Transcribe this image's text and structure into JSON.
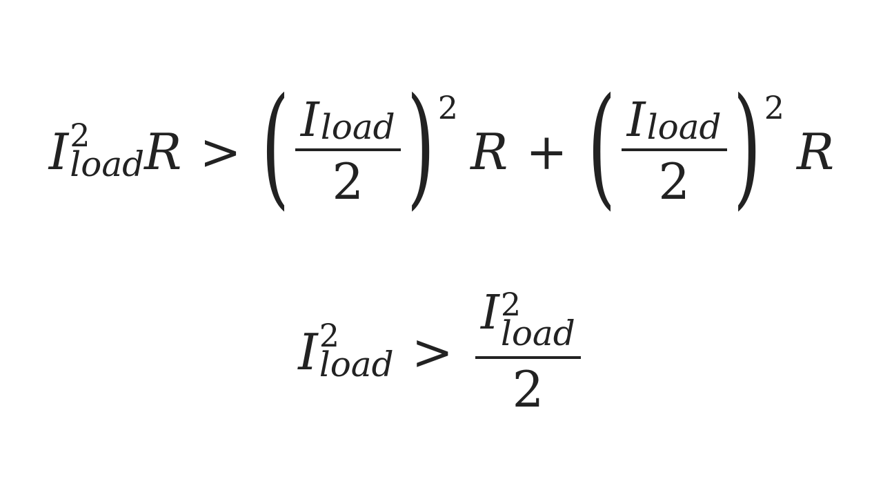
{
  "equation1": {
    "lhs": {
      "base": "I",
      "sup": "2",
      "sub": "load",
      "factor": "R"
    },
    "relation": ">",
    "term1": {
      "open": "(",
      "num_base": "I",
      "num_sub": "load",
      "den": "2",
      "close": ")",
      "power": "2",
      "factor": "R"
    },
    "plus": "+",
    "term2": {
      "open": "(",
      "num_base": "I",
      "num_sub": "load",
      "den": "2",
      "close": ")",
      "power": "2",
      "factor": "R"
    }
  },
  "equation2": {
    "lhs": {
      "base": "I",
      "sup": "2",
      "sub": "load"
    },
    "relation": ">",
    "rhs": {
      "num_base": "I",
      "num_sup": "2",
      "num_sub": "load",
      "den": "2"
    }
  }
}
